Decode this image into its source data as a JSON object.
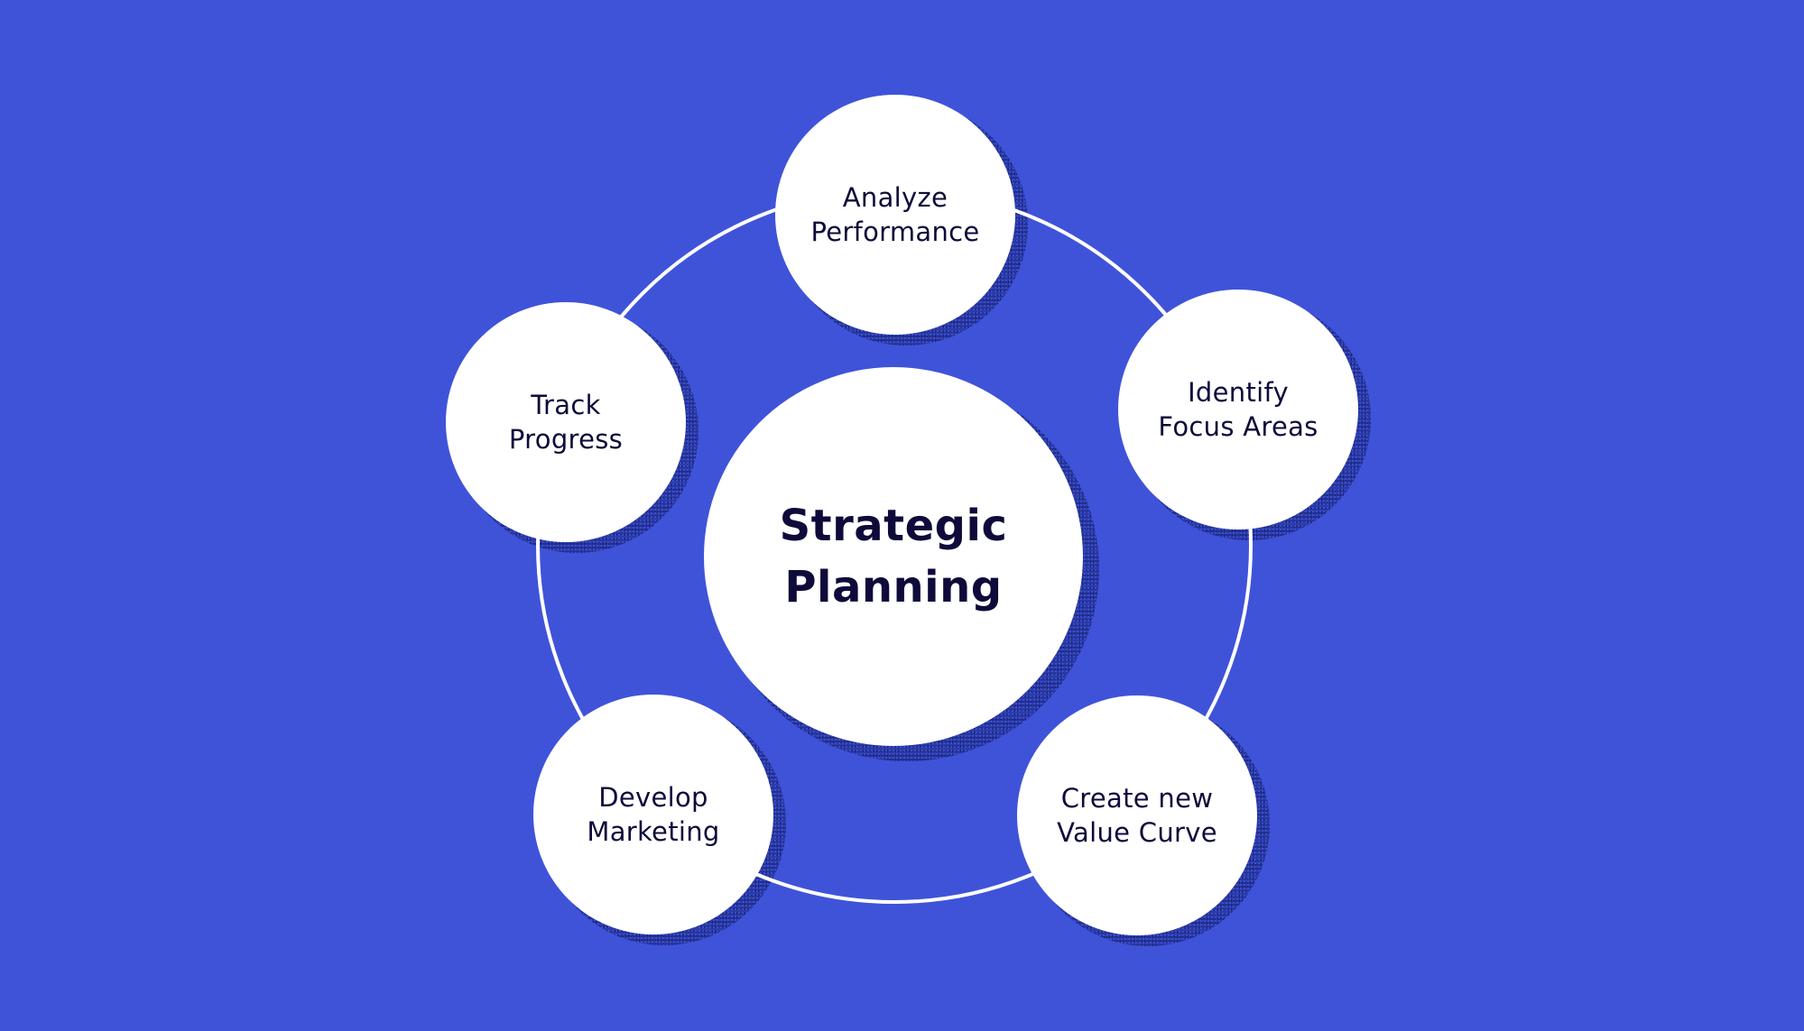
{
  "diagram": {
    "title": "Strategic Planning",
    "colors": {
      "background": "#3F53D9",
      "node_fill": "#FFFFFF",
      "text": "#0E0B3B",
      "ring": "#FFFFFF",
      "shadow": "#2B3BA6"
    },
    "center": {
      "lines": [
        "Strategic",
        "Planning"
      ]
    },
    "nodes": [
      {
        "id": "analyze-performance",
        "lines": [
          "Analyze",
          "Performance"
        ]
      },
      {
        "id": "identify-focus-areas",
        "lines": [
          "Identify",
          "Focus Areas"
        ]
      },
      {
        "id": "create-new-value-curve",
        "lines": [
          "Create new",
          "Value Curve"
        ]
      },
      {
        "id": "develop-marketing",
        "lines": [
          "Develop",
          "Marketing"
        ]
      },
      {
        "id": "track-progress",
        "lines": [
          "Track",
          "Progress"
        ]
      }
    ]
  }
}
